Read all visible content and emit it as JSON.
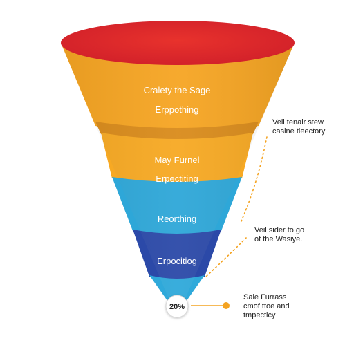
{
  "funnel": {
    "bands": [
      {
        "lines": [
          "Cralety the Sage",
          "Erppothing"
        ],
        "color": "#F6A523"
      },
      {
        "lines": [
          "May Furnel",
          "Erpectiting"
        ],
        "color": "#F7A923"
      },
      {
        "lines": [
          "Reorthing"
        ],
        "color": "#2EA7D8"
      },
      {
        "lines": [
          "Erpocitiog"
        ],
        "color": "#2B49A8"
      }
    ],
    "rim_color": "#E0282E",
    "tip_color": "#2FA9DA",
    "badge": "20%"
  },
  "notes": [
    {
      "lines": [
        "Veil tenair stew",
        "casine tieectory"
      ]
    },
    {
      "lines": [
        "Veil sider to go",
        "of the Wasiye."
      ]
    },
    {
      "lines": [
        "Sale Furrass",
        "cmof ttoe and",
        "tmpecticy"
      ]
    }
  ],
  "colors": {
    "connector_dots": "#F4A321",
    "connector_point": "#F4A321",
    "band_divider": "#D98B1B"
  }
}
